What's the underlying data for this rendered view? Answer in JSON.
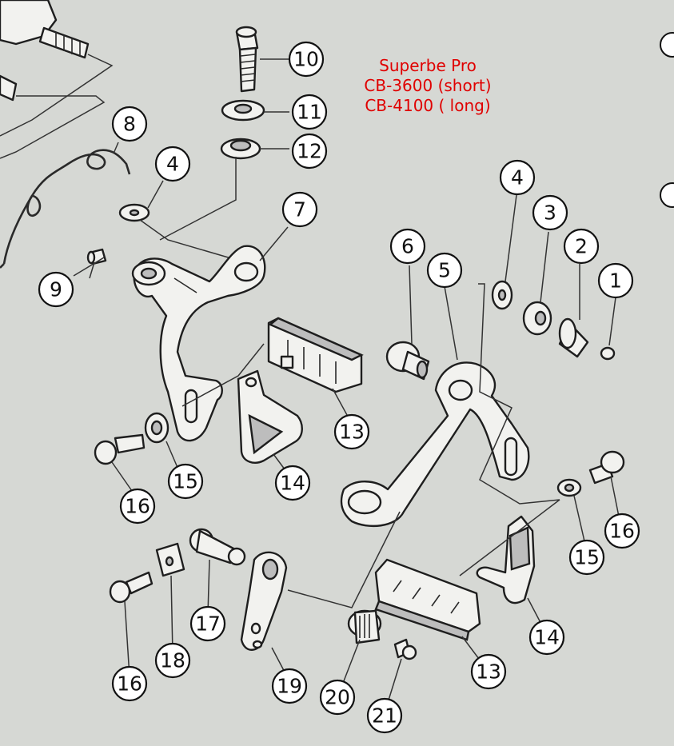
{
  "title_block": {
    "line1": "Superbe Pro",
    "line2": "CB-3600 (short)",
    "line3": "CB-4100 ( long)",
    "color": "#e00000"
  },
  "callouts": [
    {
      "id": "c10",
      "label": "10"
    },
    {
      "id": "c11",
      "label": "11"
    },
    {
      "id": "c12",
      "label": "12"
    },
    {
      "id": "c8",
      "label": "8"
    },
    {
      "id": "c4a",
      "label": "4"
    },
    {
      "id": "c7",
      "label": "7"
    },
    {
      "id": "c9",
      "label": "9"
    },
    {
      "id": "c6",
      "label": "6"
    },
    {
      "id": "c5",
      "label": "5"
    },
    {
      "id": "c4b",
      "label": "4"
    },
    {
      "id": "c3",
      "label": "3"
    },
    {
      "id": "c2",
      "label": "2"
    },
    {
      "id": "c1",
      "label": "1"
    },
    {
      "id": "c13a",
      "label": "13"
    },
    {
      "id": "c14a",
      "label": "14"
    },
    {
      "id": "c15a",
      "label": "15"
    },
    {
      "id": "c16a",
      "label": "16"
    },
    {
      "id": "c16b",
      "label": "16"
    },
    {
      "id": "c15b",
      "label": "15"
    },
    {
      "id": "c14b",
      "label": "14"
    },
    {
      "id": "c13b",
      "label": "13"
    },
    {
      "id": "c17",
      "label": "17"
    },
    {
      "id": "c18",
      "label": "18"
    },
    {
      "id": "c16c",
      "label": "16"
    },
    {
      "id": "c19",
      "label": "19"
    },
    {
      "id": "c20",
      "label": "20"
    },
    {
      "id": "c21",
      "label": "21"
    }
  ],
  "edge_marks": [
    {
      "id": "edge-mark-top"
    },
    {
      "id": "edge-mark-middle"
    }
  ]
}
